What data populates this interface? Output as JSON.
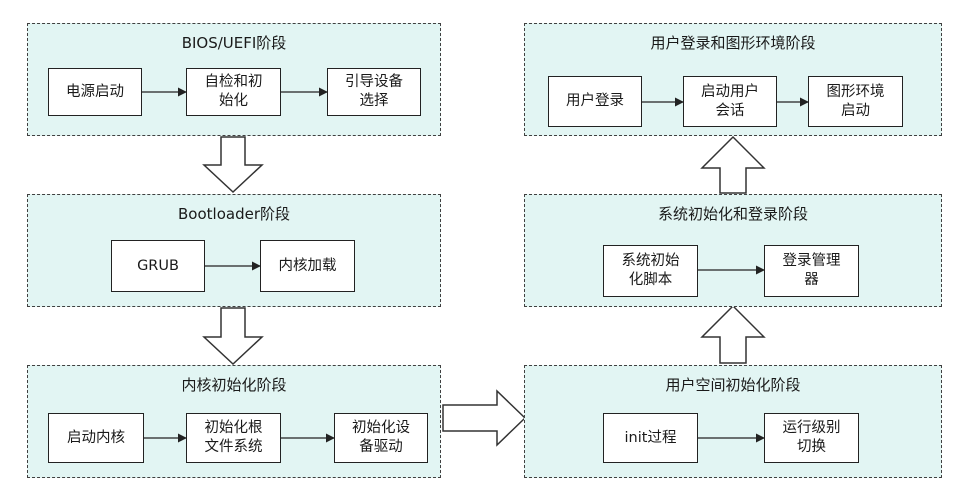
{
  "stages": {
    "bios": {
      "title": "BIOS/UEFI阶段",
      "nodes": [
        "电源启动",
        "自检和初\n始化",
        "引导设备\n选择"
      ]
    },
    "boot": {
      "title": "Bootloader阶段",
      "nodes": [
        "GRUB",
        "内核加载"
      ]
    },
    "kernel": {
      "title": "内核初始化阶段",
      "nodes": [
        "启动内核",
        "初始化根\n文件系统",
        "初始化设\n备驱动"
      ]
    },
    "user": {
      "title": "用户空间初始化阶段",
      "nodes": [
        "init过程",
        "运行级别\n切换"
      ]
    },
    "sysinit": {
      "title": "系统初始化和登录阶段",
      "nodes": [
        "系统初始\n化脚本",
        "登录管理\n器"
      ]
    },
    "login": {
      "title": "用户登录和图形环境阶段",
      "nodes": [
        "用户登录",
        "启动用户\n会话",
        "图形环境\n启动"
      ]
    }
  },
  "colors": {
    "stage_fill": "#e2f5f3",
    "border": "#222222"
  }
}
